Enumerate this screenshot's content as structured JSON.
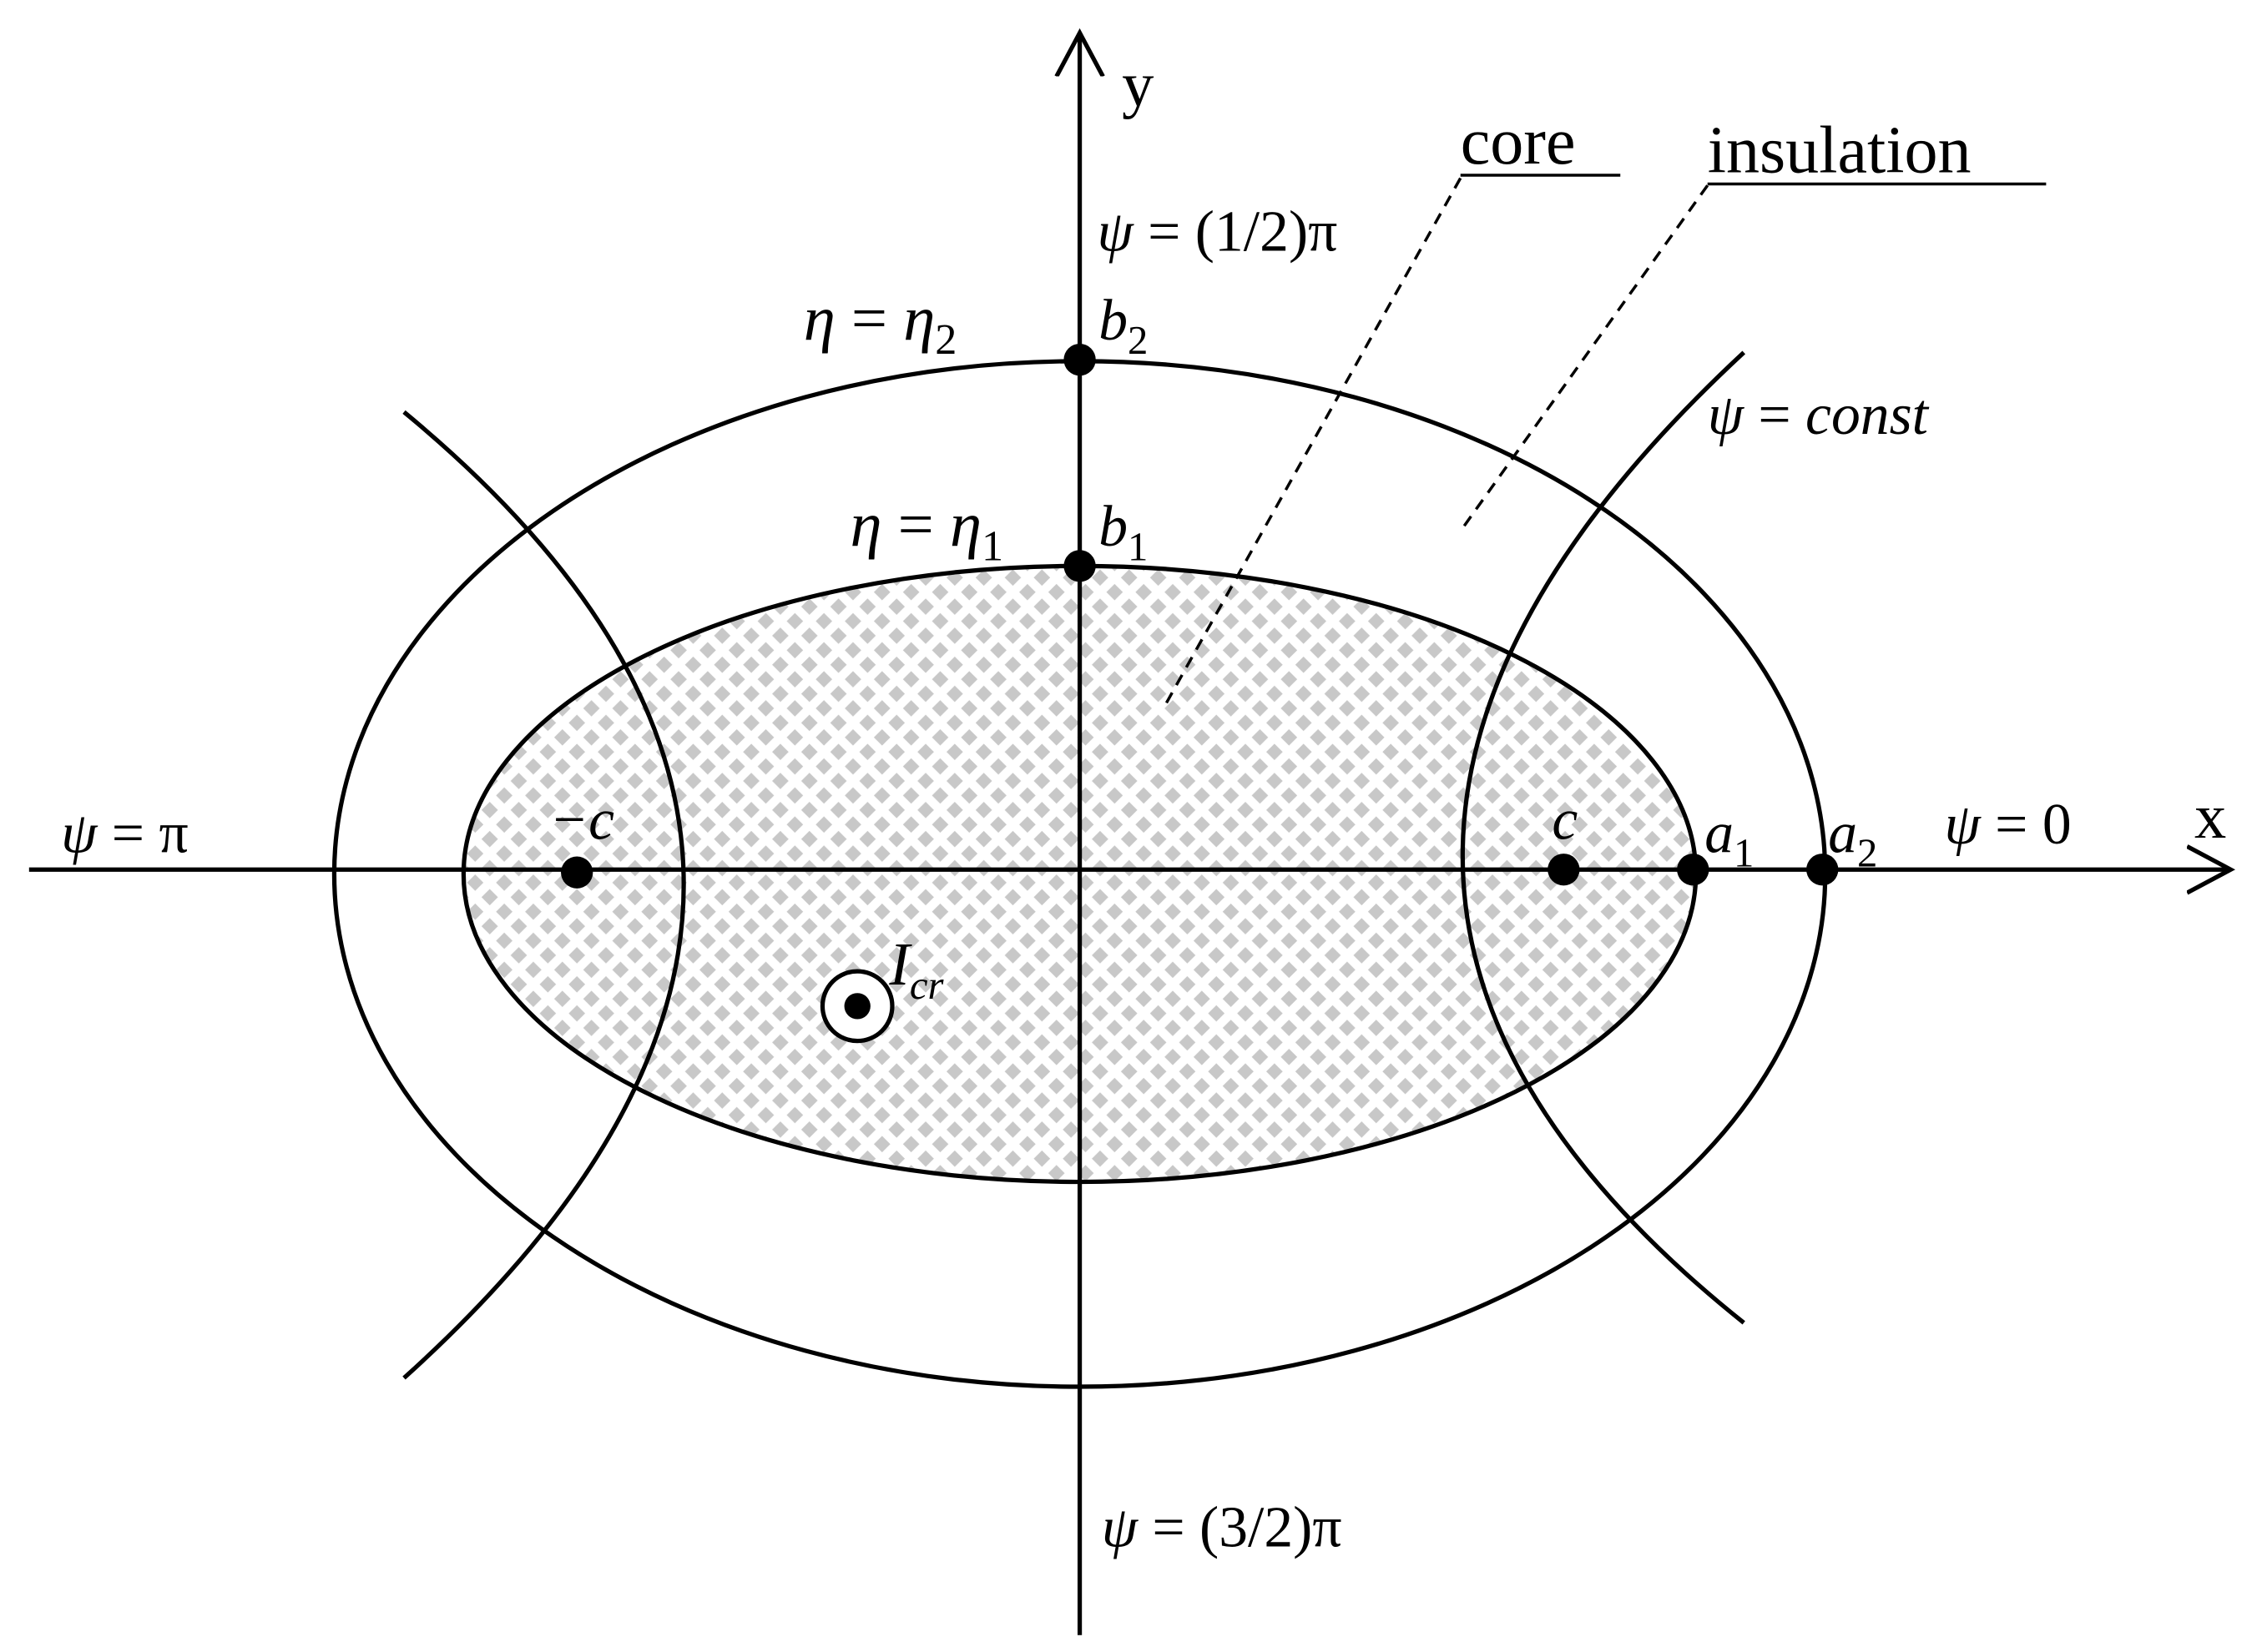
{
  "colors": {
    "ink": "#000000",
    "core_fill_background": "#ffffff",
    "core_fill_pattern": "#c8c8c8"
  },
  "axes": {
    "x_label": "x",
    "y_label": "y"
  },
  "regions": {
    "core_label": "core",
    "insulation_label": "insulation"
  },
  "psi_labels": {
    "half_pi": {
      "lhs": "ψ",
      "rhs": " = (1/2)π"
    },
    "three_half_pi": {
      "lhs": "ψ",
      "rhs": " = (3/2)π"
    },
    "pi": {
      "lhs": "ψ",
      "rhs": " = π"
    },
    "zero": {
      "lhs": "ψ",
      "rhs": " = 0"
    },
    "const": {
      "lhs": "ψ",
      "rhs": " = ",
      "rhs_italic": "const"
    }
  },
  "eta_labels": {
    "outer": {
      "lhs": "η",
      "eq": " = ",
      "sym": "η",
      "sub": "2"
    },
    "inner": {
      "lhs": "η",
      "eq": " = ",
      "sym": "η",
      "sub": "1"
    }
  },
  "points": {
    "b2": {
      "sym": "b",
      "sub": "2"
    },
    "b1": {
      "sym": "b",
      "sub": "1"
    },
    "a1": {
      "sym": "a",
      "sub": "1"
    },
    "a2": {
      "sym": "a",
      "sub": "2"
    },
    "c": {
      "sym": "c"
    },
    "minus_c": {
      "sym": "−c"
    }
  },
  "current": {
    "sym": "I",
    "sub": "cr"
  }
}
